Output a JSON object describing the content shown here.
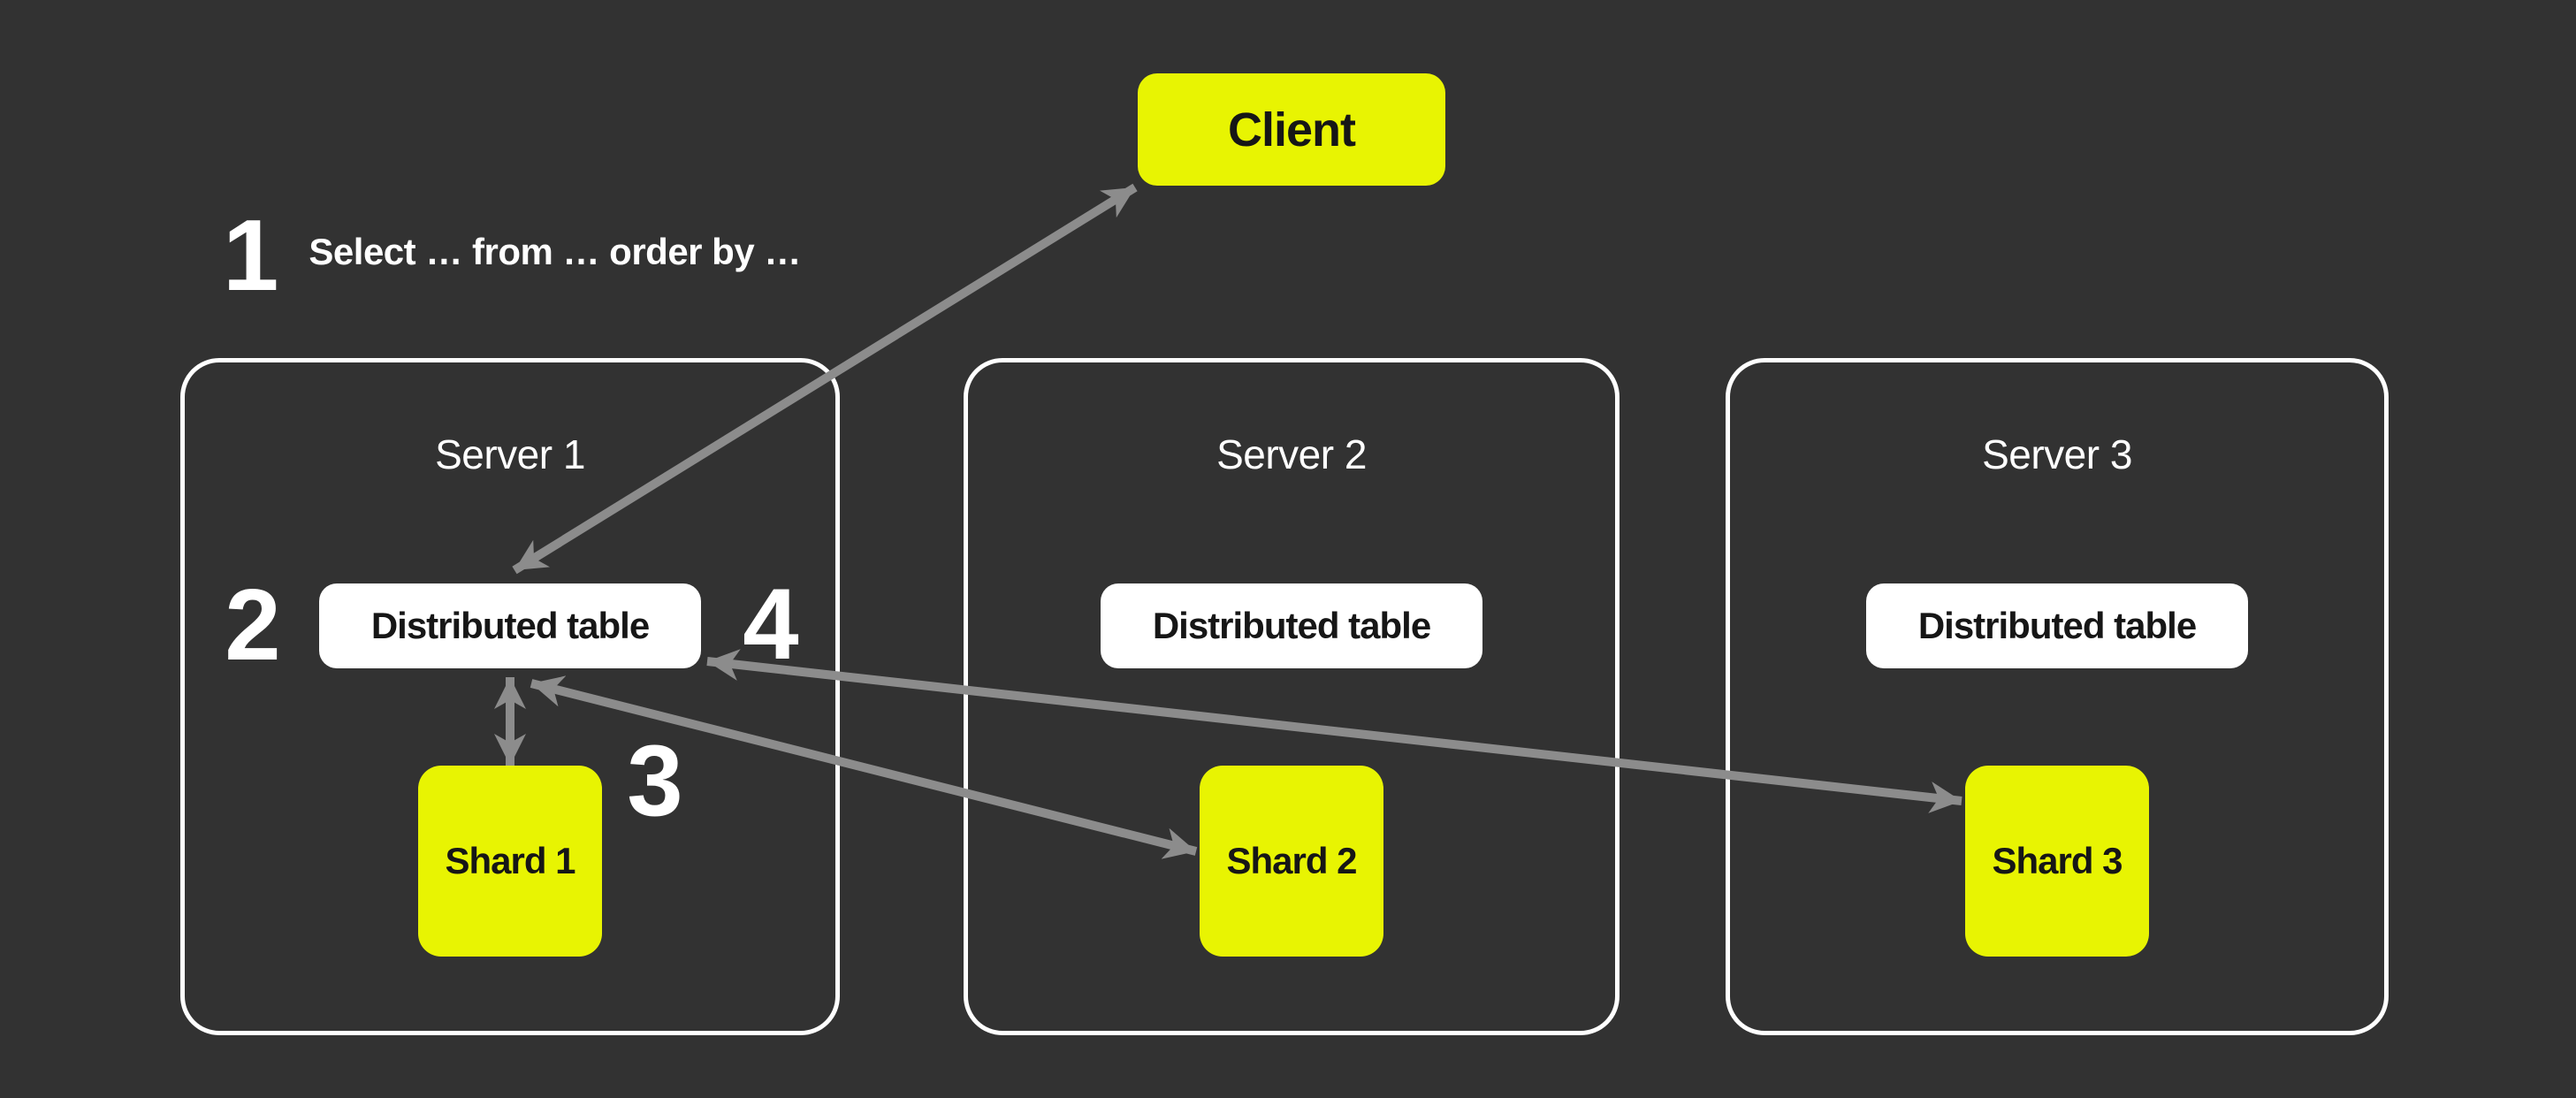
{
  "diagram": {
    "background": "#323232",
    "colors": {
      "accent": "#e8f402",
      "panel": "#ffffff",
      "arrow": "#8c8c8c",
      "ink": "#161616",
      "text": "#ffffff"
    },
    "client": {
      "label": "Client"
    },
    "step1": {
      "number": "1",
      "query": "Select … from … order by …"
    },
    "steps": [
      {
        "label": "2"
      },
      {
        "label": "3"
      },
      {
        "label": "4"
      }
    ],
    "servers": [
      {
        "title": "Server 1",
        "table": "Distributed table",
        "shard": "Shard 1"
      },
      {
        "title": "Server 2",
        "table": "Distributed table",
        "shard": "Shard 2"
      },
      {
        "title": "Server 3",
        "table": "Distributed table",
        "shard": "Shard 3"
      }
    ],
    "edges": [
      {
        "from": "client",
        "to": "server-1-distributed-table",
        "bidirectional": true
      },
      {
        "from": "server-1-distributed-table",
        "to": "shard-1",
        "bidirectional": true
      },
      {
        "from": "server-1-distributed-table",
        "to": "shard-2",
        "bidirectional": true
      },
      {
        "from": "server-1-distributed-table",
        "to": "shard-3",
        "bidirectional": true
      }
    ]
  }
}
